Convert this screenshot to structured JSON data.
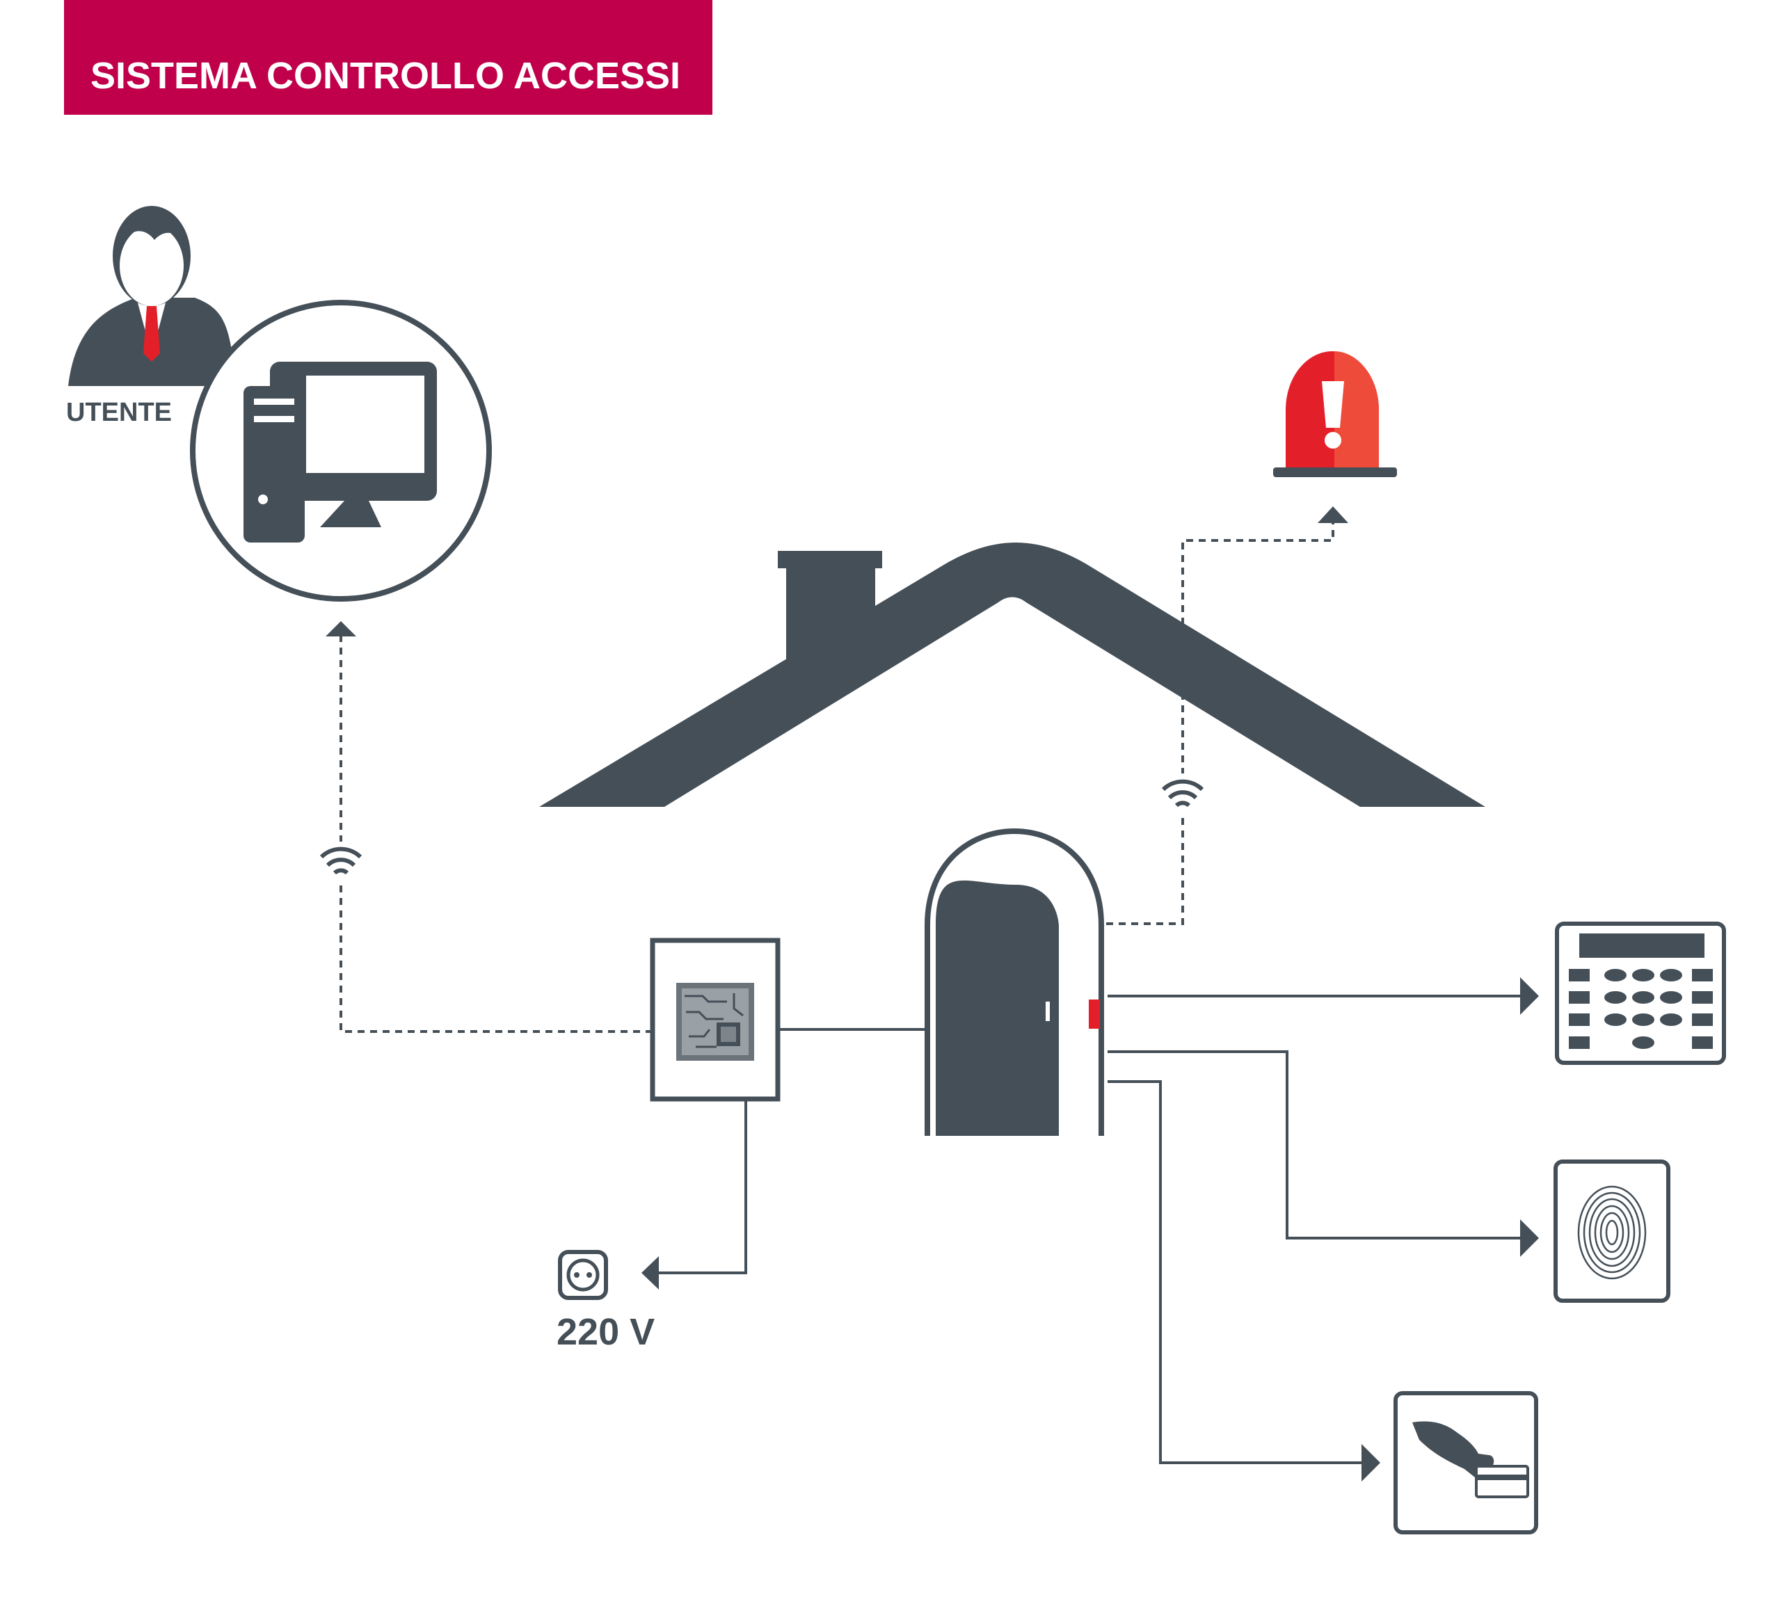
{
  "header": {
    "title": "SISTEMA CONTROLLO ACCESSI"
  },
  "labels": {
    "user": "UTENTE",
    "power": "220 V"
  },
  "colors": {
    "banner": "#c0004a",
    "ink": "#454f58",
    "alarm_red": "#e3202a",
    "indicator_red": "#e3202a"
  },
  "icons": {
    "user": "user-icon",
    "computer": "computer-icon",
    "alarm": "alarm-beacon-icon",
    "house": "house-roof-icon",
    "door": "door-icon",
    "controller": "controller-board-icon",
    "power": "power-socket-icon",
    "keypad": "keypad-icon",
    "fingerprint": "fingerprint-reader-icon",
    "card": "card-reader-icon",
    "wireless": "wireless-signal-icon"
  }
}
